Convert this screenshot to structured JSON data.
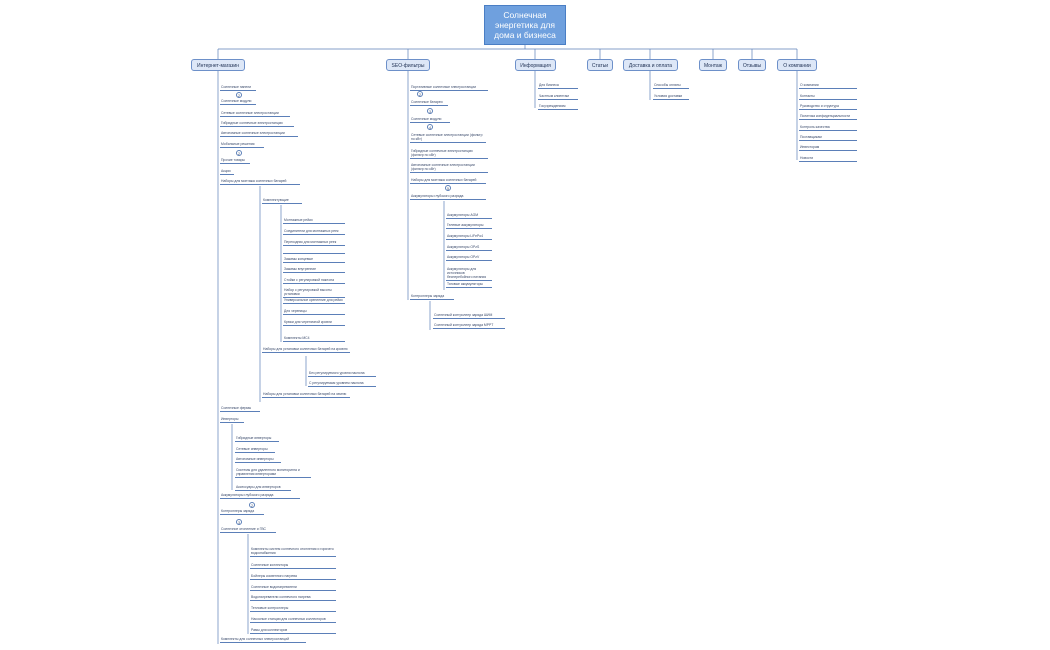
{
  "root": {
    "label": "Солнечная\nэнергетика для\nдома и бизнеса"
  },
  "tabs": [
    {
      "label": "Интернет-магазин"
    },
    {
      "label": "SEO-фильтры"
    },
    {
      "label": "Информация"
    },
    {
      "label": "Статьи"
    },
    {
      "label": "Доставка и оплата"
    },
    {
      "label": "Монтаж"
    },
    {
      "label": "Отзывы"
    },
    {
      "label": "О компании"
    }
  ],
  "shop": [
    "Солнечные панели",
    "Солнечные модули",
    "Сетевые солнечные электростанции",
    "Гибридные солнечные электростанции",
    "Автономные солнечные электростанции",
    "Мобильные решения",
    "Прочие товары",
    "Акции",
    "Наборы для монтажа солнечных батарей",
    "Солнечные фермы",
    "Инверторы",
    "Аккумуляторы глубокого разряда",
    "Контроллеры заряда",
    "Солнечное отопление и ГВС",
    "Комплекты для солнечных электростанций"
  ],
  "shop_mount": [
    "Комплектующие"
  ],
  "shop_mount_parts": [
    "Монтажные рейки",
    "Соединители для монтажных реек",
    "Переходник для монтажных реек",
    "",
    "Зажимы концевые",
    "Зажимы внутренние",
    "Стойки с регулировкой наклона",
    "Набор с регулировкой высоты установки",
    "Универсальное крепление для рейки",
    "Для черепицы",
    "Крюки для черепичной кровли",
    "Комплекты МС4"
  ],
  "shop_mount_sets": [
    "Наборы для установки солнечных батарей на кровлю",
    "Наборы для установки солнечных батарей на землю"
  ],
  "shop_mount_roof": [
    "Без регулируемого уровня наклона",
    "С регулируемым уровнем наклона"
  ],
  "shop_inverters": [
    "Гибридные инверторы",
    "Сетевые инверторы",
    "Автономные инверторы",
    "Системы для удаленного мониторинга и управления инверторами",
    "Аксессуары для инверторов"
  ],
  "shop_heating": [
    "Комплекты систем солнечного отопления и горячего водоснабжения",
    "Солнечные коллекторы",
    "Бойлеры косвенного нагрева",
    "Солнечные водонагреватели",
    "Водонагреватели солнечного нагрева",
    "Тепловые контроллеры",
    "Насосные станции для солнечных коллекторов",
    "Рамы для коллекторов"
  ],
  "seo": [
    "Портативные солнечные электростанции",
    "Солнечные батареи",
    "Солнечные модули",
    "Сетевые солнечные электростанции (фильтр по кВт)",
    "Гибридные солнечные электростанции (фильтр по кВт)",
    "Автономные солнечные электростанции (фильтр по кВт)",
    "Наборы для монтажа солнечных батарей",
    "Аккумуляторы глубокого разряда",
    "Контроллеры заряда"
  ],
  "seo_batteries": [
    "Аккумуляторы AGM",
    "Гелевые аккумуляторы",
    "Аккумуляторы LiFePo4",
    "Аккумуляторы OPzS",
    "Аккумуляторы OPzV",
    "Аккумуляторы для источников бесперебойного питания",
    "Тяговые аккумуляторы"
  ],
  "seo_controllers": [
    "Солнечный контроллер заряда ШИМ",
    "Солнечный контроллер заряда MPPT"
  ],
  "badges": [
    "2",
    "2",
    "2",
    "3",
    "4",
    "5",
    "2",
    "3",
    "4"
  ],
  "info": [
    "Для бизнеса",
    "Частным клиентам",
    "Госучреждениям"
  ],
  "delivery": [
    "Способы оплаты",
    "Условия доставки"
  ],
  "about": [
    "О компании",
    "Контакты",
    "Руководство и структура",
    "Политика конфиденциальности",
    "Контроль качества",
    "Поставщикам",
    "Инвесторам",
    "Новости"
  ]
}
